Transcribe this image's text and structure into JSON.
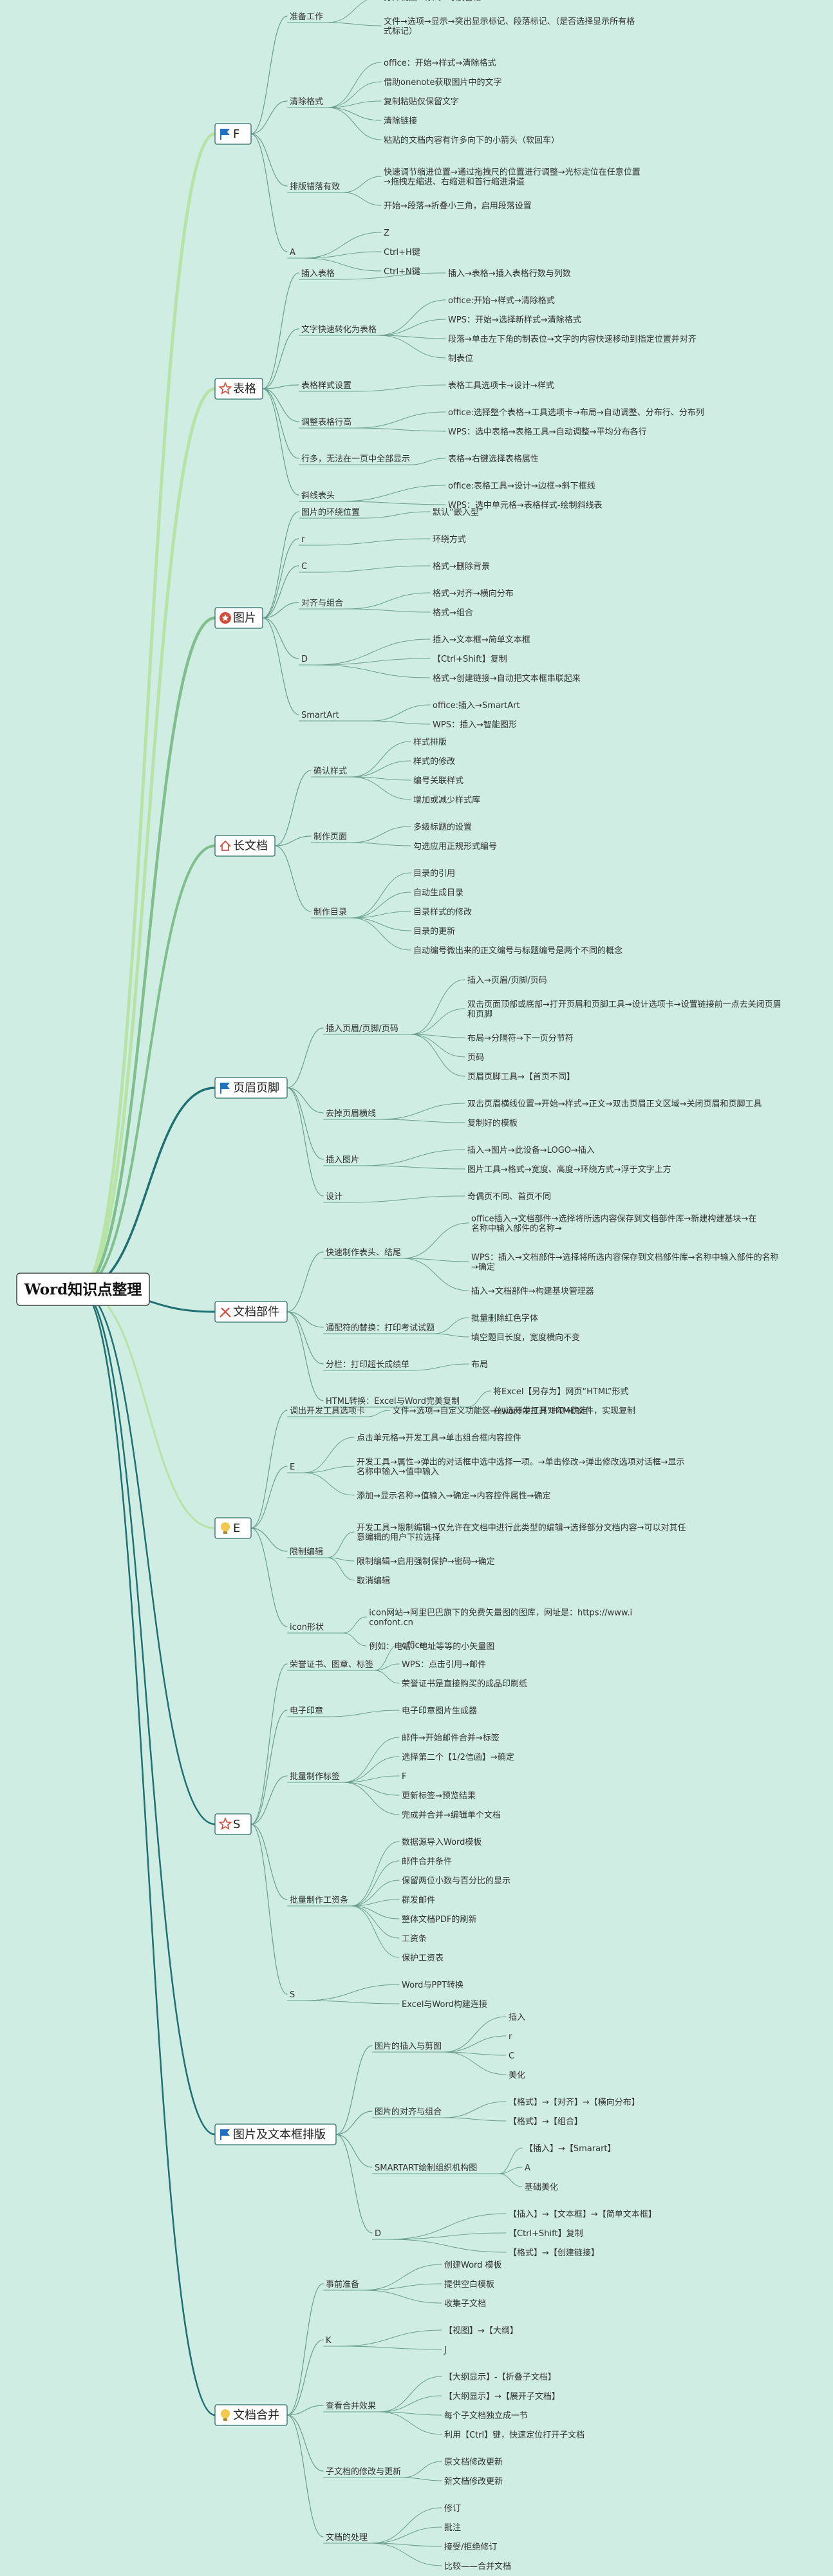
{
  "root": "Word知识点整理",
  "colors": {
    "background": "#cfede3",
    "branch_light": "#b8e3a6",
    "branch_mid": "#7fbf8b",
    "branch_teal": "#1f7073",
    "node_line": "#6a9e8e",
    "icon_blue": "#1f6fc2",
    "icon_red": "#d24c3a",
    "icon_yellow": "#f2c94c"
  },
  "modules": [
    {
      "label": "F",
      "icon": "flag-icon",
      "children": [
        {
          "label": "准备工作",
          "children": [
            {
              "label": "打开视图→标尺→导航窗格"
            },
            {
              "label": "文件→选项→显示→突出显示标记、段落标记、（是否选择显示所有格式标记）"
            }
          ]
        },
        {
          "label": "清除格式",
          "children": [
            {
              "label": "office：开始→样式→清除格式"
            },
            {
              "label": "借助onenote获取图片中的文字"
            },
            {
              "label": "复制粘贴仅保留文字"
            },
            {
              "label": "清除链接"
            },
            {
              "label": "粘贴的文档内容有许多向下的小箭头（软回车）"
            }
          ]
        },
        {
          "label": "排版错落有致",
          "children": [
            {
              "label": "快速调节缩进位置→通过拖拽尺的位置进行调整→光标定位在任意位置→拖拽左缩进、右缩进和首行缩进滑道"
            },
            {
              "label": "开始→段落→折叠小三角，启用段落设置"
            }
          ]
        },
        {
          "label": "A",
          "children": [
            {
              "label": "Z"
            },
            {
              "label": "Ctrl+H键"
            },
            {
              "label": "Ctrl+N键"
            }
          ]
        }
      ]
    },
    {
      "label": "表格",
      "icon": "star-icon",
      "children": [
        {
          "label": "插入表格",
          "children": [
            {
              "label": "插入→表格→插入表格行数与列数"
            }
          ]
        },
        {
          "label": "文字快速转化为表格",
          "children": [
            {
              "label": "office:开始→样式→清除格式"
            },
            {
              "label": "WPS：开始→选择新样式→清除格式"
            },
            {
              "label": "段落→单击左下角的制表位→文字的内容快速移动到指定位置并对齐"
            },
            {
              "label": "制表位"
            }
          ]
        },
        {
          "label": "表格样式设置",
          "children": [
            {
              "label": "表格工具选项卡→设计→样式"
            }
          ]
        },
        {
          "label": "调整表格行高",
          "children": [
            {
              "label": "office:选择整个表格→工具选项卡→布局→自动调整、分布行、分布列"
            },
            {
              "label": "WPS：选中表格→表格工具→自动调整→平均分布各行"
            }
          ]
        },
        {
          "label": "行多，无法在一页中全部显示",
          "children": [
            {
              "label": "表格→右键选择表格属性"
            }
          ]
        },
        {
          "label": "斜线表头",
          "children": [
            {
              "label": "office:表格工具→设计→边框→斜下框线"
            },
            {
              "label": "WPS：选中单元格→表格样式-绘制斜线表"
            }
          ]
        }
      ]
    },
    {
      "label": "图片",
      "icon": "star-burst-icon",
      "children": [
        {
          "label": "图片的环绕位置",
          "children": [
            {
              "label": "默认“嵌入型”"
            }
          ]
        },
        {
          "label": "r",
          "children": [
            {
              "label": "环绕方式"
            }
          ]
        },
        {
          "label": "C",
          "children": [
            {
              "label": "格式→删除背景"
            }
          ]
        },
        {
          "label": "对齐与组合",
          "children": [
            {
              "label": "格式→对齐→横向分布"
            },
            {
              "label": "格式→组合"
            }
          ]
        },
        {
          "label": "D",
          "children": [
            {
              "label": "插入→文本框→简单文本框"
            },
            {
              "label": "【Ctrl+Shift】复制"
            },
            {
              "label": "格式→创建链接→自动把文本框串联起来"
            }
          ]
        },
        {
          "label": "SmartArt",
          "children": [
            {
              "label": "office:插入→SmartArt"
            },
            {
              "label": "WPS：插入→智能图形"
            }
          ]
        }
      ]
    },
    {
      "label": "长文档",
      "icon": "house-icon",
      "children": [
        {
          "label": "确认样式",
          "children": [
            {
              "label": "样式排版"
            },
            {
              "label": "样式的修改"
            },
            {
              "label": "编号关联样式"
            },
            {
              "label": "增加或减少样式库"
            }
          ]
        },
        {
          "label": "制作页面",
          "children": [
            {
              "label": "多级标题的设置"
            },
            {
              "label": "勾选应用正规形式编号"
            }
          ]
        },
        {
          "label": "制作目录",
          "children": [
            {
              "label": "目录的引用"
            },
            {
              "label": "自动生成目录"
            },
            {
              "label": "目录样式的修改"
            },
            {
              "label": "目录的更新"
            },
            {
              "label": "自动编号微出来的正文编号与标题编号是两个不同的概念"
            }
          ]
        }
      ]
    },
    {
      "label": "页眉页脚",
      "icon": "flag-icon",
      "children": [
        {
          "label": "插入页眉/页脚/页码",
          "children": [
            {
              "label": "插入→页眉/页脚/页码"
            },
            {
              "label": "双击页面顶部或底部→打开页眉和页脚工具→设计选项卡→设置链接前一点去关闭页眉和页脚"
            },
            {
              "label": "布局→分隔符→下一页分节符"
            },
            {
              "label": "页码"
            },
            {
              "label": "页眉页脚工具→【首页不同】"
            }
          ]
        },
        {
          "label": "去掉页眉横线",
          "children": [
            {
              "label": "双击页眉横线位置→开始→样式→正文→双击页眉正文区域→关闭页眉和页脚工具"
            },
            {
              "label": "复制好的模板"
            }
          ]
        },
        {
          "label": "插入图片",
          "children": [
            {
              "label": "插入→图片→此设备→LOGO→插入"
            },
            {
              "label": "图片工具→格式→宽度、高度→环绕方式→浮于文字上方"
            }
          ]
        },
        {
          "label": "设计",
          "children": [
            {
              "label": "奇偶页不同、首页不同"
            }
          ]
        }
      ]
    },
    {
      "label": "文档部件",
      "icon": "tools-icon",
      "children": [
        {
          "label": "快速制作表头、结尾",
          "children": [
            {
              "label": "office插入→文档部件→选择将所选内容保存到文档部件库→新建构建基块→在名称中输入部件的名称→"
            },
            {
              "label": "WPS：插入→文档部件→选择将所选内容保存到文档部件库→名称中输入部件的名称→确定"
            },
            {
              "label": "插入→文档部件→构建基块管理器"
            }
          ]
        },
        {
          "label": "通配符的替换：打印考试试题",
          "children": [
            {
              "label": "批量删除红色字体"
            },
            {
              "label": "填空题目长度，宽度横向不变"
            }
          ]
        },
        {
          "label": "分栏：打印超长成绩单",
          "children": [
            {
              "label": "布局"
            }
          ]
        },
        {
          "label": "HTML转换：Excel与Word完美复制",
          "children": [
            {
              "label": "将Excel【另存为】网页“HTML”形式"
            },
            {
              "label": "在word中打开“HTML”文件，实现复制"
            }
          ]
        }
      ]
    },
    {
      "label": "E",
      "icon": "bulb-icon",
      "children": [
        {
          "label": "调出开发工具选项卡",
          "children": [
            {
              "label": "文件→选项→自定义功能区→勾选开发工具对勾→确定"
            }
          ]
        },
        {
          "label": "E",
          "children": [
            {
              "label": "点击单元格→开发工具→单击组合框内容控件"
            },
            {
              "label": "开发工具→属性→弹出的对话框中选中选择一项。→单击修改→弹出修改选项对话框→显示名称中输入→值中输入"
            },
            {
              "label": "添加→显示名称→值输入→确定→内容控件属性→确定"
            }
          ]
        },
        {
          "label": "限制编辑",
          "children": [
            {
              "label": "开发工具→限制编辑→仅允许在文档中进行此类型的编辑→选择部分文档内容→可以对其任意编辑的用户下拉选择"
            },
            {
              "label": "限制编辑→启用强制保护→密码→确定"
            },
            {
              "label": "取消编辑"
            }
          ]
        },
        {
          "label": "icon形状",
          "children": [
            {
              "label": "icon网站→阿里巴巴旗下的免费矢量图的图库，网址是：https://www.iconfont.cn"
            },
            {
              "label": "例如：电话、地址等等的小矢量图"
            }
          ]
        }
      ]
    },
    {
      "label": "S",
      "icon": "star-icon",
      "children": [
        {
          "label": "荣誉证书、图章、标签",
          "children": [
            {
              "label": "office:"
            },
            {
              "label": "WPS：点击引用→邮件"
            },
            {
              "label": "荣誉证书是直接购买的成品印刷纸"
            }
          ]
        },
        {
          "label": "电子印章",
          "children": [
            {
              "label": "电子印章图片生成器"
            }
          ]
        },
        {
          "label": "批量制作标签",
          "children": [
            {
              "label": "邮件→开始邮件合并→标签"
            },
            {
              "label": "选择第二个【1/2信函】→确定"
            },
            {
              "label": "F"
            },
            {
              "label": "更新标签→预览结果"
            },
            {
              "label": "完成并合并→编辑单个文档"
            }
          ]
        },
        {
          "label": "批量制作工资条",
          "children": [
            {
              "label": "数据源导入Word模板"
            },
            {
              "label": "邮件合并条件"
            },
            {
              "label": "保留两位小数与百分比的显示"
            },
            {
              "label": "群发邮件"
            },
            {
              "label": "整体文档PDF的刷新"
            },
            {
              "label": "工资条"
            },
            {
              "label": "保护工资表"
            }
          ]
        },
        {
          "label": "S",
          "children": [
            {
              "label": "Word与PPT转换"
            },
            {
              "label": "Excel与Word构建连接"
            }
          ]
        }
      ]
    },
    {
      "label": "图片及文本框排版",
      "icon": "flag-icon",
      "children": [
        {
          "label": "图片的插入与剪图",
          "children": [
            {
              "label": "插入"
            },
            {
              "label": "r"
            },
            {
              "label": "C"
            },
            {
              "label": "美化"
            }
          ]
        },
        {
          "label": "图片的对齐与组合",
          "children": [
            {
              "label": "【格式】→【对齐】→【横向分布】"
            },
            {
              "label": "【格式】→【组合】"
            }
          ]
        },
        {
          "label": "SMARTART绘制组织机构图",
          "children": [
            {
              "label": "【插入】→【Smarart】"
            },
            {
              "label": "A"
            },
            {
              "label": "基础美化"
            }
          ]
        },
        {
          "label": "D",
          "children": [
            {
              "label": "【插入】→【文本框】→【简单文本框】"
            },
            {
              "label": "【Ctrl+Shift】复制"
            },
            {
              "label": "【格式】→【创建链接】"
            }
          ]
        }
      ]
    },
    {
      "label": "文档合并",
      "icon": "bulb-icon",
      "children": [
        {
          "label": "事前准备",
          "children": [
            {
              "label": "创建Word 模板"
            },
            {
              "label": "提供空白模板"
            },
            {
              "label": "收集子文档"
            }
          ]
        },
        {
          "label": "K",
          "children": [
            {
              "label": "【视图】→【大纲】"
            },
            {
              "label": "J"
            }
          ]
        },
        {
          "label": "查看合并效果",
          "children": [
            {
              "label": "【大纲显示】-【折叠子文档】"
            },
            {
              "label": "【大纲显示】→【展开子文档】"
            },
            {
              "label": "每个子文档独立成一节"
            },
            {
              "label": "利用【Ctrl】键，快速定位打开子文档"
            }
          ]
        },
        {
          "label": "子文档的修改与更新",
          "children": [
            {
              "label": "原文档修改更新"
            },
            {
              "label": "新文档修改更新"
            }
          ]
        },
        {
          "label": "文档的处理",
          "children": [
            {
              "label": "修订"
            },
            {
              "label": "批注"
            },
            {
              "label": "接受/拒绝修订"
            },
            {
              "label": "比较——合并文档"
            }
          ]
        }
      ]
    }
  ]
}
